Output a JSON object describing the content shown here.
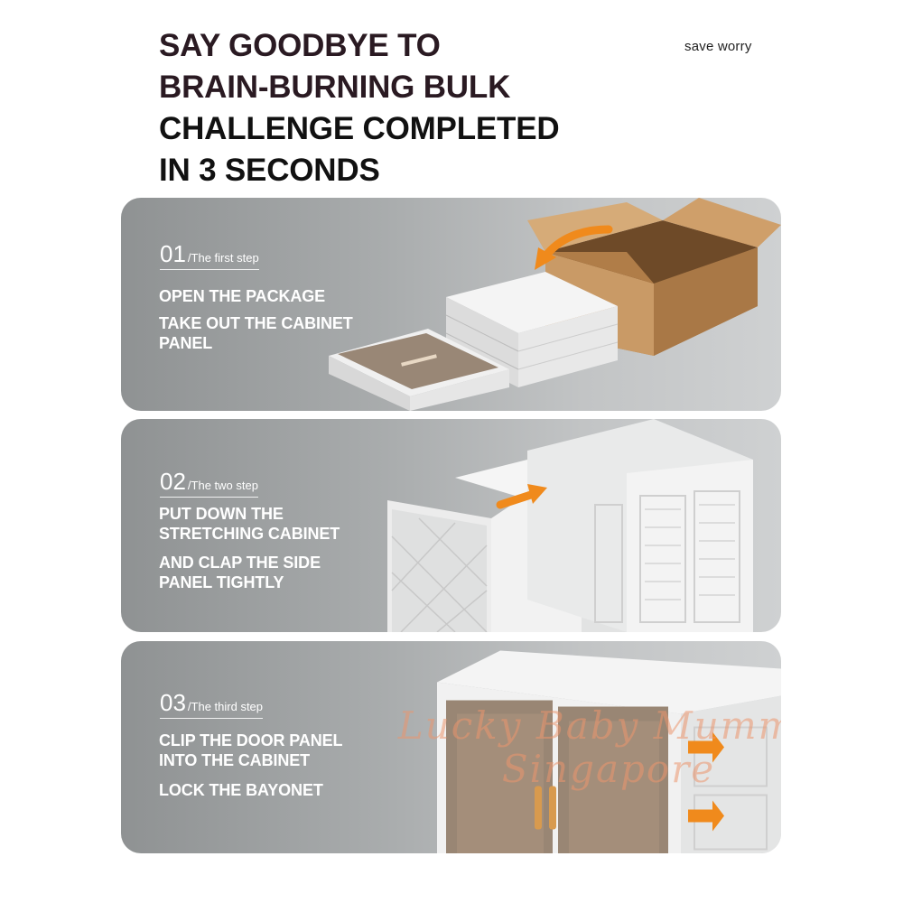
{
  "headline": {
    "line1": "SAY GOODBYE TO",
    "line2": "BRAIN-BURNING BULK",
    "line3": "CHALLENGE COMPLETED",
    "line4": "IN 3 SECONDS"
  },
  "tagline": "save worry",
  "steps": [
    {
      "number": "01",
      "subtitle": "/The first step",
      "text1": "OPEN THE PACKAGE",
      "text2a": "TAKE OUT THE CABINET",
      "text2b": "PANEL"
    },
    {
      "number": "02",
      "subtitle": "/The two step",
      "text1a": "PUT DOWN THE",
      "text1b": "STRETCHING CABINET",
      "text2a": "AND CLAP THE SIDE",
      "text2b": "PANEL TIGHTLY"
    },
    {
      "number": "03",
      "subtitle": "/The third step",
      "text1a": "CLIP THE DOOR PANEL",
      "text1b": "INTO THE CABINET",
      "text2": "LOCK THE BAYONET"
    }
  ],
  "watermark": {
    "line1": "Lucky Baby Mummy",
    "line2": "Singapore"
  },
  "colors": {
    "arrow": "#f08a1c",
    "panel_gray": "#a9acad",
    "cardboard": "#c99a66"
  }
}
